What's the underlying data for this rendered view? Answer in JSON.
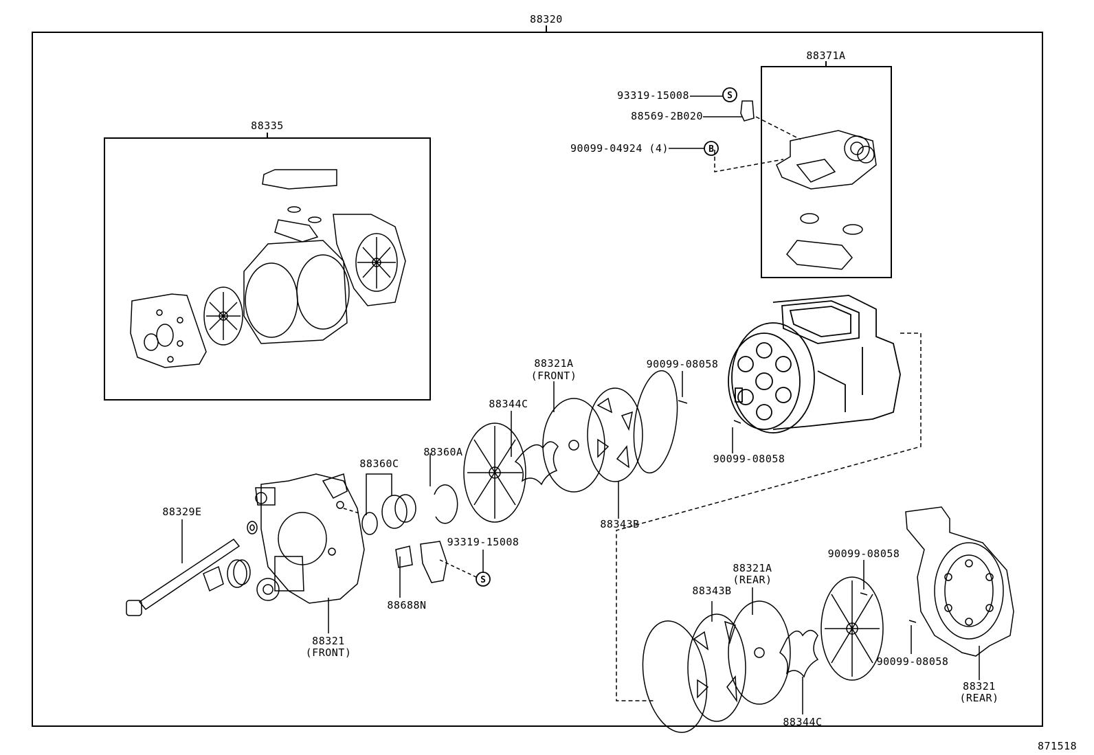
{
  "diagram_number": "871518",
  "assembly": {
    "part": "88320"
  },
  "boxes": {
    "gasket_kit": {
      "part": "88335"
    },
    "valve_kit": {
      "part": "88371A"
    }
  },
  "markers": {
    "s": "S",
    "b": "B"
  },
  "callouts": {
    "top_screw": "93319-15008",
    "switch": "88569-2B020",
    "bolt": "90099-04924 (4)",
    "pin_a": "90099-08058",
    "pin_b": "90099-08058",
    "pin_c": "90099-08058",
    "pin_d": "90099-08058",
    "plate_front": "88321A",
    "plate_front_note": "(FRONT)",
    "plate_rear": "88321A",
    "plate_rear_note": "(REAR)",
    "reed_front": "88344C",
    "reed_rear": "88344C",
    "valve_front": "88343B",
    "valve_rear": "88343B",
    "shim": "88360C",
    "snap_ring": "88360A",
    "through_bolt": "88329E",
    "mid_screw": "93319-15008",
    "clip": "88688N",
    "housing_front": "88321",
    "housing_front_note": "(FRONT)",
    "housing_rear": "88321",
    "housing_rear_note": "(REAR)"
  }
}
